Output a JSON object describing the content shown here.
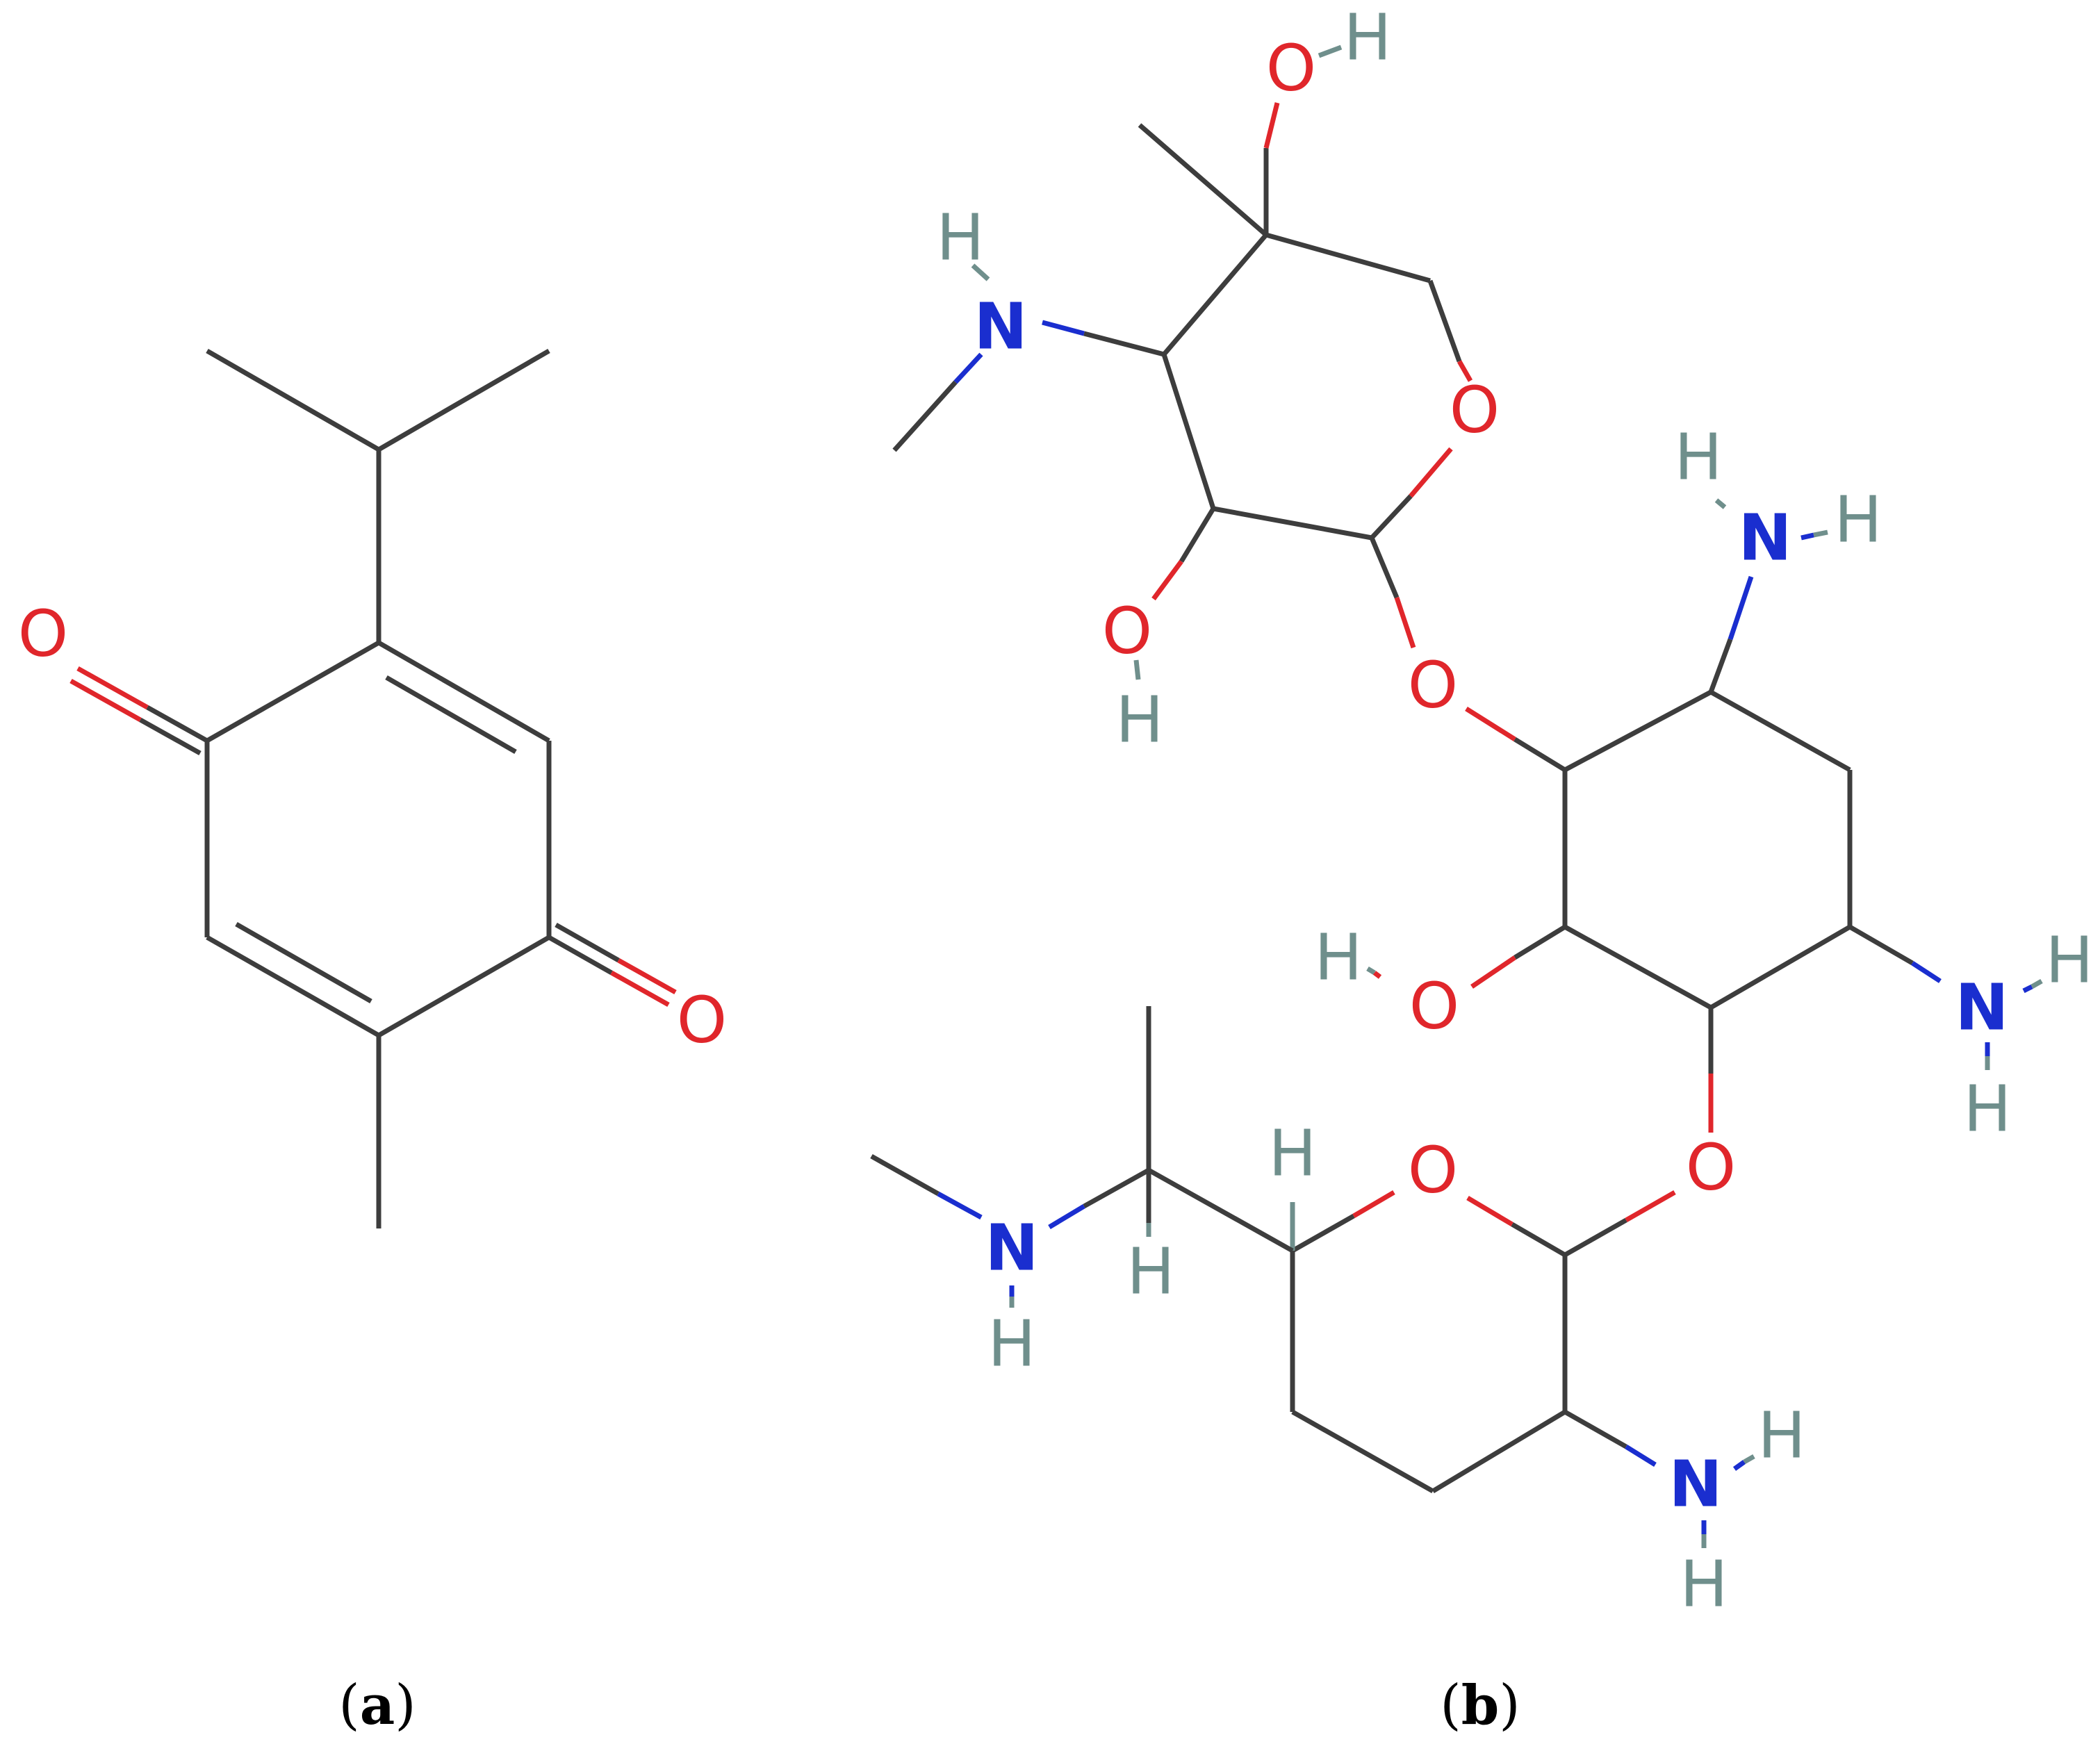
{
  "figure": {
    "panels": [
      {
        "open": "(",
        "letter": "a",
        "close": ")"
      },
      {
        "open": "(",
        "letter": "b",
        "close": ")"
      }
    ]
  },
  "atom_symbols": {
    "oxygen": "O",
    "nitrogen": "N",
    "hydrogen": "H"
  },
  "colors": {
    "carbon_bond": "#3d3d3d",
    "oxygen": "#e0262b",
    "nitrogen": "#1a2ecf",
    "hydrogen": "#6f8f8c",
    "background": "#ffffff"
  }
}
